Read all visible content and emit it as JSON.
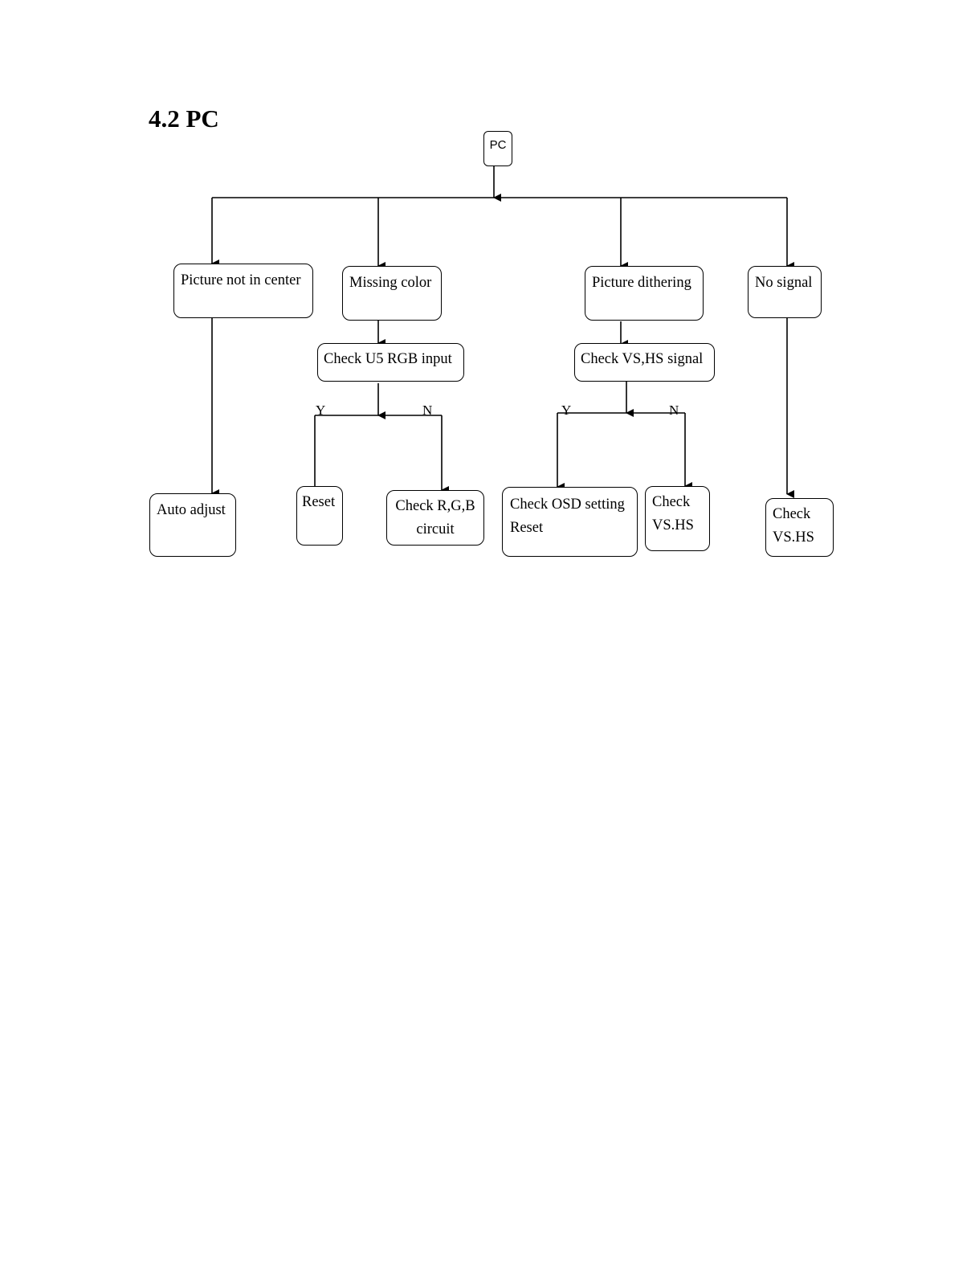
{
  "page": {
    "heading": "4.2 PC"
  },
  "diagram": {
    "root": "PC",
    "branches": [
      {
        "issue": "Picture not in center",
        "result": "Auto adjust"
      },
      {
        "issue": "Missing color",
        "check": "Check U5 RGB input",
        "yes_label": "Y",
        "no_label": "N",
        "yes_result": "Reset",
        "no_result_lines": [
          "Check R,G,B",
          "circuit"
        ]
      },
      {
        "issue": "Picture dithering",
        "check": "Check VS,HS signal",
        "yes_label": "Y",
        "no_label": "N",
        "yes_result_lines": [
          "Check OSD setting",
          "Reset"
        ],
        "no_result_lines": [
          "Check",
          "VS.HS"
        ]
      },
      {
        "issue": "No signal",
        "result_lines": [
          "Check",
          "VS.HS"
        ]
      }
    ]
  }
}
